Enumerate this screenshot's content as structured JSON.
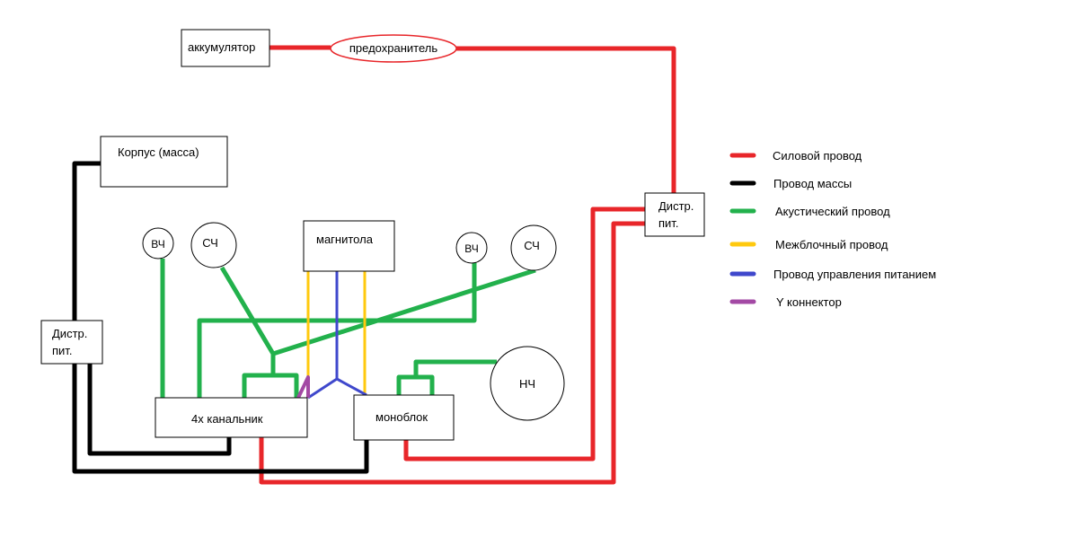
{
  "colors": {
    "power": "#e8262a",
    "ground": "#000000",
    "acoustic": "#22b14c",
    "interconnect": "#ffc90e",
    "remote": "#3f48cc",
    "y_connector": "#a349a4"
  },
  "blocks": {
    "battery": "аккумулятор",
    "fuse": "предохранитель",
    "chassis": "Корпус (масса)",
    "distr_left_1": "Дистр.",
    "distr_left_2": "пит.",
    "distr_right_1": "Дистр.",
    "distr_right_2": "пит.",
    "head_unit": "магнитола",
    "amp4": "4х канальник",
    "monoblock": "моноблок"
  },
  "speakers": {
    "tweeter_left": "ВЧ",
    "mid_left": "СЧ",
    "tweeter_right": "ВЧ",
    "mid_right": "СЧ",
    "subwoofer": "НЧ"
  },
  "legend": [
    {
      "label": "Силовой провод",
      "color": "#e8262a"
    },
    {
      "label": "Провод массы",
      "color": "#000000"
    },
    {
      "label": "Акустический провод",
      "color": "#22b14c"
    },
    {
      "label": "Межблочный провод",
      "color": "#ffc90e"
    },
    {
      "label": "Провод управления питанием",
      "color": "#3f48cc"
    },
    {
      "label": "Y коннектор",
      "color": "#a349a4"
    }
  ]
}
